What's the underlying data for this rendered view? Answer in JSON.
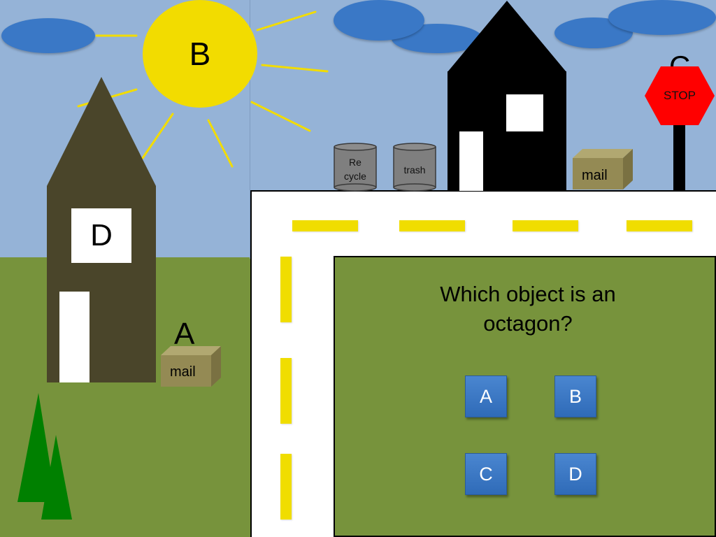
{
  "question": {
    "line1": "Which object is an",
    "line2": "octagon?"
  },
  "answers": [
    {
      "id": "a",
      "label": "A"
    },
    {
      "id": "b",
      "label": "B"
    },
    {
      "id": "c",
      "label": "C"
    },
    {
      "id": "d",
      "label": "D"
    }
  ],
  "scene": {
    "sun_letter": "B",
    "stop_letter": "C",
    "stop_text": "STOP",
    "house_letter": "D",
    "mailbox_letter": "A",
    "mail_label": "mail",
    "recycle_line1": "Re",
    "recycle_line2": "cycle",
    "trash_label": "trash"
  },
  "colors": {
    "sky": "#95b3d7",
    "grass": "#77933c",
    "sun": "#f2dc00",
    "stop_sign": "#ff0000",
    "button": "#3a78c6",
    "road_dash": "#f0dd00",
    "cloud": "#3a78c6",
    "dark_house": "#4a452a",
    "black_house": "#000000",
    "mailbox": "#948a54",
    "bin": "#7f7f7f",
    "tree": "#008000"
  }
}
